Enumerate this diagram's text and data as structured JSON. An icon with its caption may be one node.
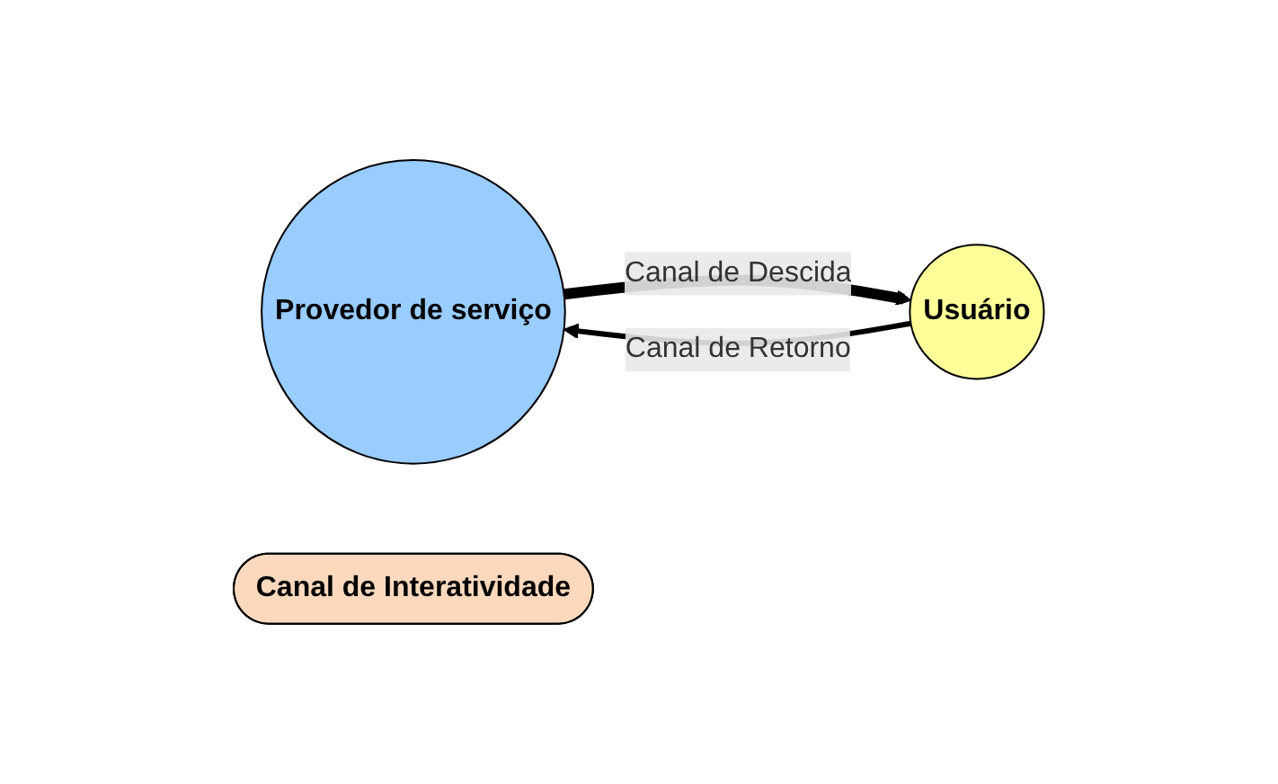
{
  "diagram": {
    "nodes": [
      {
        "text": [
          "Provedor de serviço"
        ]
      },
      {
        "text": [
          "Canal de Interatividade"
        ]
      },
      {
        "text": [
          "Usuário"
        ]
      }
    ],
    "edges": [
      {
        "from": 0,
        "to": 2,
        "arrow": "to",
        "label": "Canal de Descida",
        "style": "thick"
      },
      {
        "from": 2,
        "to": 0,
        "arrow": "to",
        "label": "Canal de Retorno"
      }
    ]
  }
}
